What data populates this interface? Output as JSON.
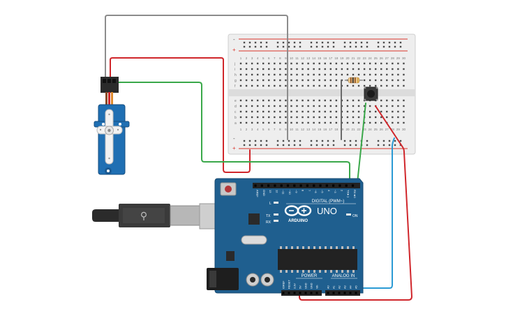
{
  "breadboard": {
    "columns": [
      "1",
      "2",
      "3",
      "4",
      "5",
      "6",
      "7",
      "8",
      "9",
      "10",
      "11",
      "12",
      "13",
      "14",
      "15",
      "16",
      "17",
      "18",
      "19",
      "20",
      "21",
      "22",
      "23",
      "24",
      "25",
      "26",
      "27",
      "28",
      "29",
      "30"
    ],
    "rows_top": [
      "j",
      "i",
      "h",
      "g",
      "f"
    ],
    "rows_bottom": [
      "e",
      "d",
      "c",
      "b",
      "a"
    ],
    "rail_plus": "+",
    "rail_minus": "-"
  },
  "arduino": {
    "brand": "ARDUINO",
    "model": "UNO",
    "digital_label": "DIGITAL (PWM~)",
    "power_label": "POWER",
    "analog_label": "ANALOG IN",
    "on_label": "ON",
    "led_labels": [
      "L",
      "TX",
      "RX"
    ],
    "digital_pins": [
      "AREF",
      "GND",
      "13",
      "12",
      "~11",
      "~10",
      "~9",
      "8",
      "7",
      "~6",
      "~5",
      "4",
      "~3",
      "2",
      "TX►1",
      "RX◄0"
    ],
    "power_pins": [
      "IOREF",
      "RESET",
      "3.3V",
      "5V",
      "GND",
      "GND",
      "Vin"
    ],
    "analog_pins": [
      "A0",
      "A1",
      "A2",
      "A3",
      "A4",
      "A5"
    ]
  },
  "colors": {
    "breadboard": "#eeeeee",
    "rail_red": "#d9342b",
    "rail_blue": "#3a6fb5",
    "board": "#1f5f8f",
    "servo": "#1f6fb3",
    "wire_red": "#d0262b",
    "wire_green": "#3aa84a",
    "wire_gray": "#8c8c8c",
    "wire_blue": "#2a9ad4",
    "wire_dark": "#555555"
  }
}
